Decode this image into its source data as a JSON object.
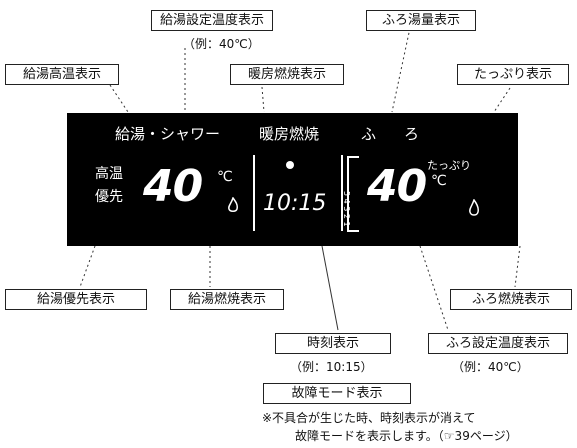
{
  "labels": {
    "set_temp": "給湯設定温度表示",
    "set_temp_example": "（例：40℃）",
    "bath_level": "ふろ湯量表示",
    "high_temp": "給湯高温表示",
    "heating_burn": "暖房燃焼表示",
    "tappuri": "たっぷり表示",
    "priority": "給湯優先表示",
    "hot_water_burn": "給湯燃焼表示",
    "bath_burn": "ふろ燃焼表示",
    "clock": "時刻表示",
    "clock_example": "（例：10:15）",
    "bath_set_temp": "ふろ設定温度表示",
    "bath_set_example": "（例：40℃）",
    "fault_mode": "故障モード表示",
    "fault_note_line1": "※不具合が生じた時、時刻表示が消えて",
    "fault_note_line2": "故障モードを表示します。（☞39ページ）"
  },
  "panel": {
    "label_shower": "給湯・シャワー",
    "label_heating": "暖房燃焼",
    "label_fu": "ふ",
    "label_ro": "ろ",
    "high_temp_line1": "高温",
    "high_temp_line2": "優先",
    "water_temp": "40",
    "clock": "10:15",
    "bath_temp": "40",
    "tappuri": "たっぷり",
    "deg_unit": "℃",
    "level_scale": "5 4 3 2 1"
  }
}
